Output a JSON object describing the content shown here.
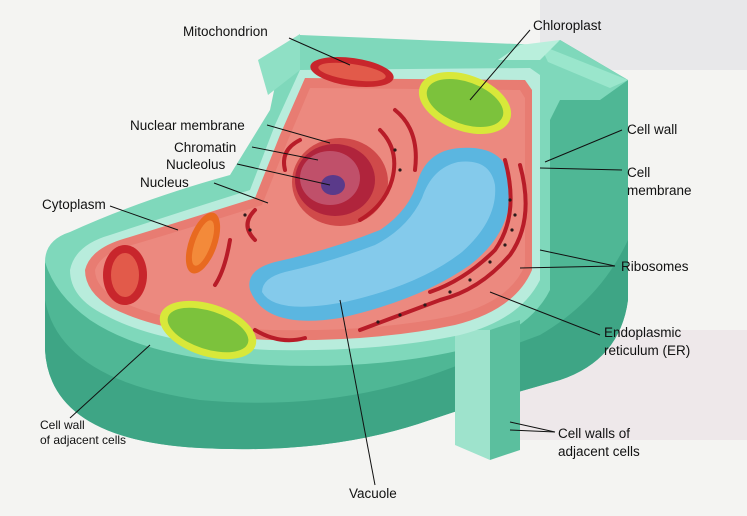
{
  "labels": {
    "mitochondrion": "Mitochondrion",
    "chloroplast": "Chloroplast",
    "nuclear_membrane": "Nuclear membrane",
    "chromatin": "Chromatin",
    "nucleolus": "Nucleolus",
    "nucleus": "Nucleus",
    "cytoplasm": "Cytoplasm",
    "cell_wall": "Cell wall",
    "cell_membrane_line1": "Cell",
    "cell_membrane_line2": "membrane",
    "ribosomes": "Ribosomes",
    "er_line1": "Endoplasmic",
    "er_line2": "reticulum (ER)",
    "cell_walls_adjacent_line1": "Cell walls of",
    "cell_walls_adjacent_line2": "adjacent cells",
    "cell_wall_adjacent_line1": "Cell wall",
    "cell_wall_adjacent_line2": "of adjacent cells",
    "vacuole": "Vacuole"
  },
  "colors": {
    "cell_wall": "#5ec9a8",
    "cytoplasm": "#e87c72",
    "vacuole": "#5bb6e0",
    "chloroplast": "#d8e83a",
    "mitochondrion": "#c8262c",
    "nucleus": "#b0243c"
  }
}
